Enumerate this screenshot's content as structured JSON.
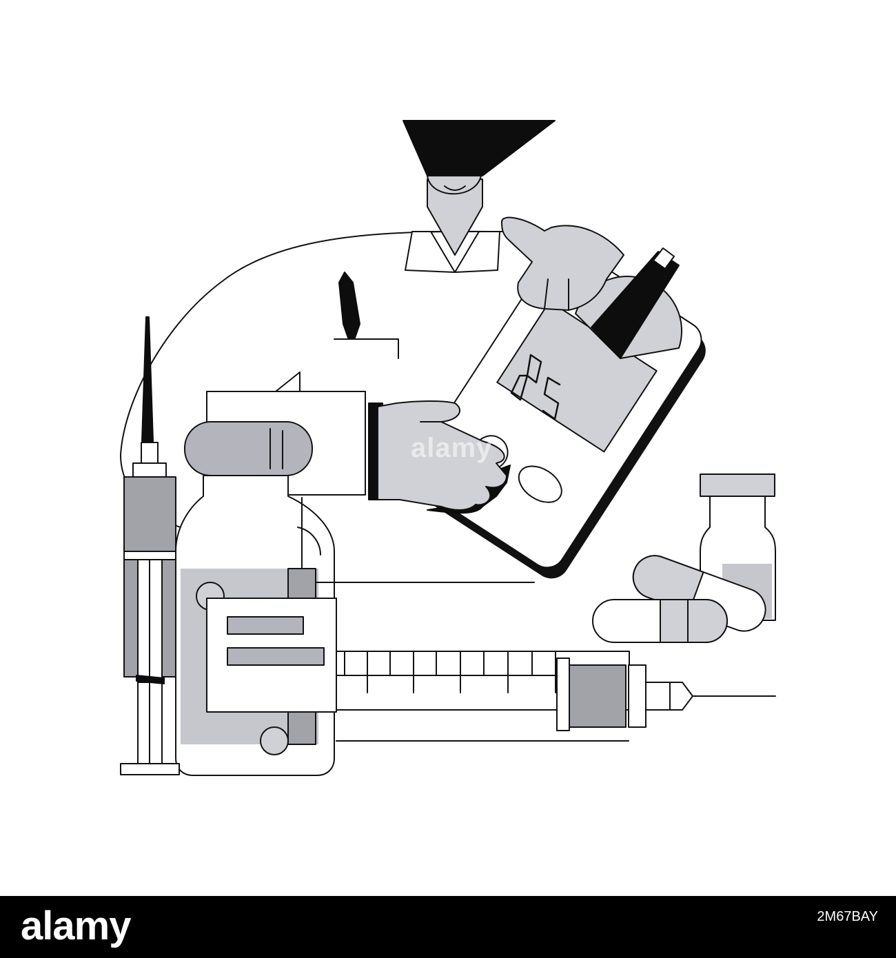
{
  "illustration": {
    "meter_reading": "85",
    "background_color": "#ffffff",
    "ink_color": "#111111",
    "gray_light": "#d0d1d6",
    "gray_mid": "#b4b5bc",
    "gray_dark": "#a2a3a9"
  },
  "watermark": {
    "text": "alamy"
  },
  "footer": {
    "logo": "alamy",
    "image_id": "2M67BAY",
    "background_color": "#000000",
    "text_color": "#ffffff"
  }
}
